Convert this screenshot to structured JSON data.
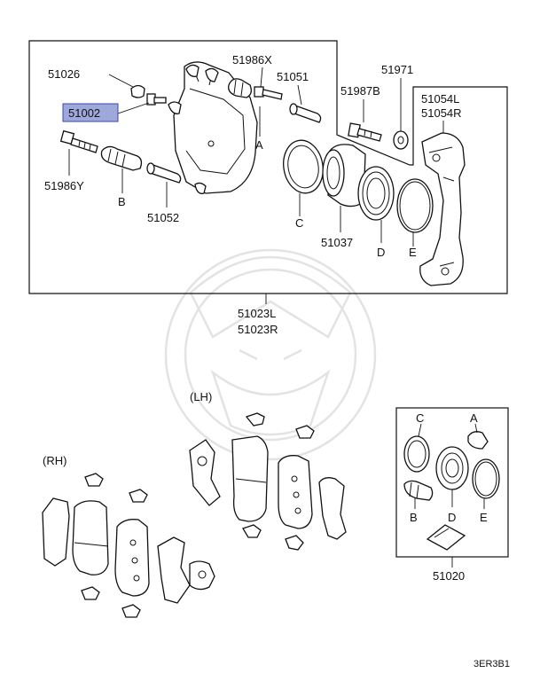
{
  "callouts": {
    "p51026": "51026",
    "p51002": "51002",
    "p51986X": "51986X",
    "p51051": "51051",
    "p51971": "51971",
    "p51987B": "51987B",
    "p51054L": "51054L",
    "p51054R": "51054R",
    "p51986Y": "51986Y",
    "p51052": "51052",
    "p51037": "51037",
    "p51023L": "51023L",
    "p51023R": "51023R",
    "p51020": "51020"
  },
  "letters": {
    "A": "A",
    "B": "B",
    "C": "C",
    "D": "D",
    "E": "E"
  },
  "side_labels": {
    "lh": "(LH)",
    "rh": "(RH)"
  },
  "diagram_code": "3ER3B1",
  "colors": {
    "highlight_fill": "#9fa8da",
    "highlight_stroke": "#3949ab",
    "line": "#111111"
  },
  "highlighted_part": "51002"
}
